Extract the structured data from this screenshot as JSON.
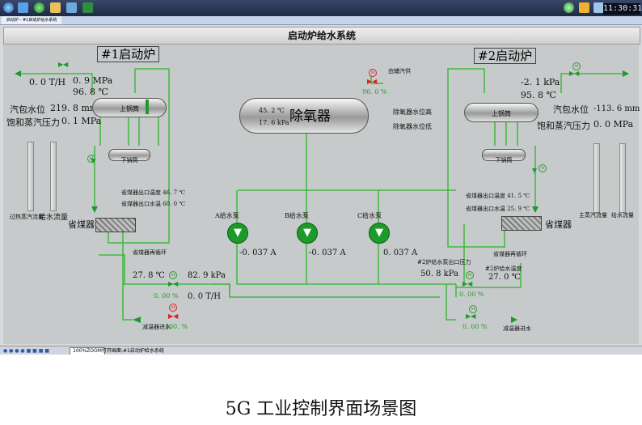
{
  "taskbar": {
    "clock": "11:30:31",
    "icons": [
      "start-orb-icon",
      "computer-icon",
      "browser-icon",
      "folder-icon",
      "chart-icon",
      "monitor-icon"
    ],
    "tray_icons": [
      "network-icon",
      "speaker-icon",
      "flag-icon"
    ]
  },
  "tab": {
    "label": "启动炉 - #1启动炉给水系统"
  },
  "window": {
    "title": "启动炉给水系统"
  },
  "boiler1": {
    "title": "#1启动炉",
    "outlet_flow": "0. 0 T/H",
    "pressure": "0. 9 MPa",
    "temperature": "96. 8 ℃",
    "drum_level_label": "汽包水位",
    "drum_level_value": "219. 8 mm",
    "sat_pressure_label": "饱和蒸汽压力",
    "sat_pressure_value": "0. 1 MPa",
    "upper_drum": "上锅筒",
    "lower_drum": "下锅筒",
    "econ_in_temp": "省煤器出口温度 46. 7 ℃",
    "econ_out_temp": "省煤器出口水温 60. 0 ℃",
    "economizer": "省煤器",
    "recirc": "省煤器再循环",
    "gauge_left_label": "过热蒸汽流量",
    "gauge_right_label": "给水流量",
    "feed_temp": "27. 8 ℃",
    "feed_pressure": "82. 9 kPa",
    "valve_open": "0. 00 %",
    "feed_flow": "0. 0 T/H",
    "desuper_valve": "100. %",
    "desuper_label": "减温器进水"
  },
  "boiler2": {
    "title": "#2启动炉",
    "pressure": "-2. 1 kPa",
    "temperature": "95. 8 ℃",
    "drum_level_label": "汽包水位",
    "drum_level_value": "-113. 6 mm",
    "sat_pressure_label": "饱和蒸汽压力",
    "sat_pressure_value": "0. 0 MPa",
    "upper_drum": "上锅筒",
    "lower_drum": "下锅筒",
    "econ_in_temp": "省煤器出口温度 41. 5 ℃",
    "econ_out_temp": "省煤器出口水温 25. 9 ℃",
    "economizer": "省煤器",
    "recirc": "省煤器再循环",
    "gauge_left_label": "主蒸汽流量",
    "gauge_right_label": "给水流量",
    "feed_pressure_label": "#2炉给水泵出口压力",
    "feed_pressure": "50. 8 kPa",
    "feed_temp_label": "#2炉给水温度",
    "feed_temp": "27. 0 ℃",
    "valve_open": "0. 00 %",
    "desuper_valve": "0. 00 %",
    "desuper_label": "减温器进水"
  },
  "deaerator": {
    "name": "除氧器",
    "temperature": "45. 2 ℃",
    "pressure": "17. 6 kPa",
    "aux_steam_label": "由辅汽供",
    "aux_steam_valve": "96. 0 %",
    "level_high": "除氧器水位高",
    "level_low": "除氧器水位低"
  },
  "pumps": [
    {
      "name": "A给水泵",
      "current": "-0. 037 A"
    },
    {
      "name": "B给水泵",
      "current": "-0. 037 A"
    },
    {
      "name": "C给水泵",
      "current": "0. 037 A"
    }
  ],
  "gauges": {
    "b1_left": 0.0,
    "b1_right": 0.0,
    "b2_left": 0.0,
    "b2_right": 0.0
  },
  "statusbar": {
    "zoom": "100%ZOOM",
    "status_text": "打开画面:#1启动炉给水系统"
  },
  "caption": "5G 工业控制界面场景图",
  "colors": {
    "pipe": "#2bb52b",
    "pump": "#1c9a2a",
    "valve_closed": "#d22222",
    "background": "#c6cacb"
  }
}
